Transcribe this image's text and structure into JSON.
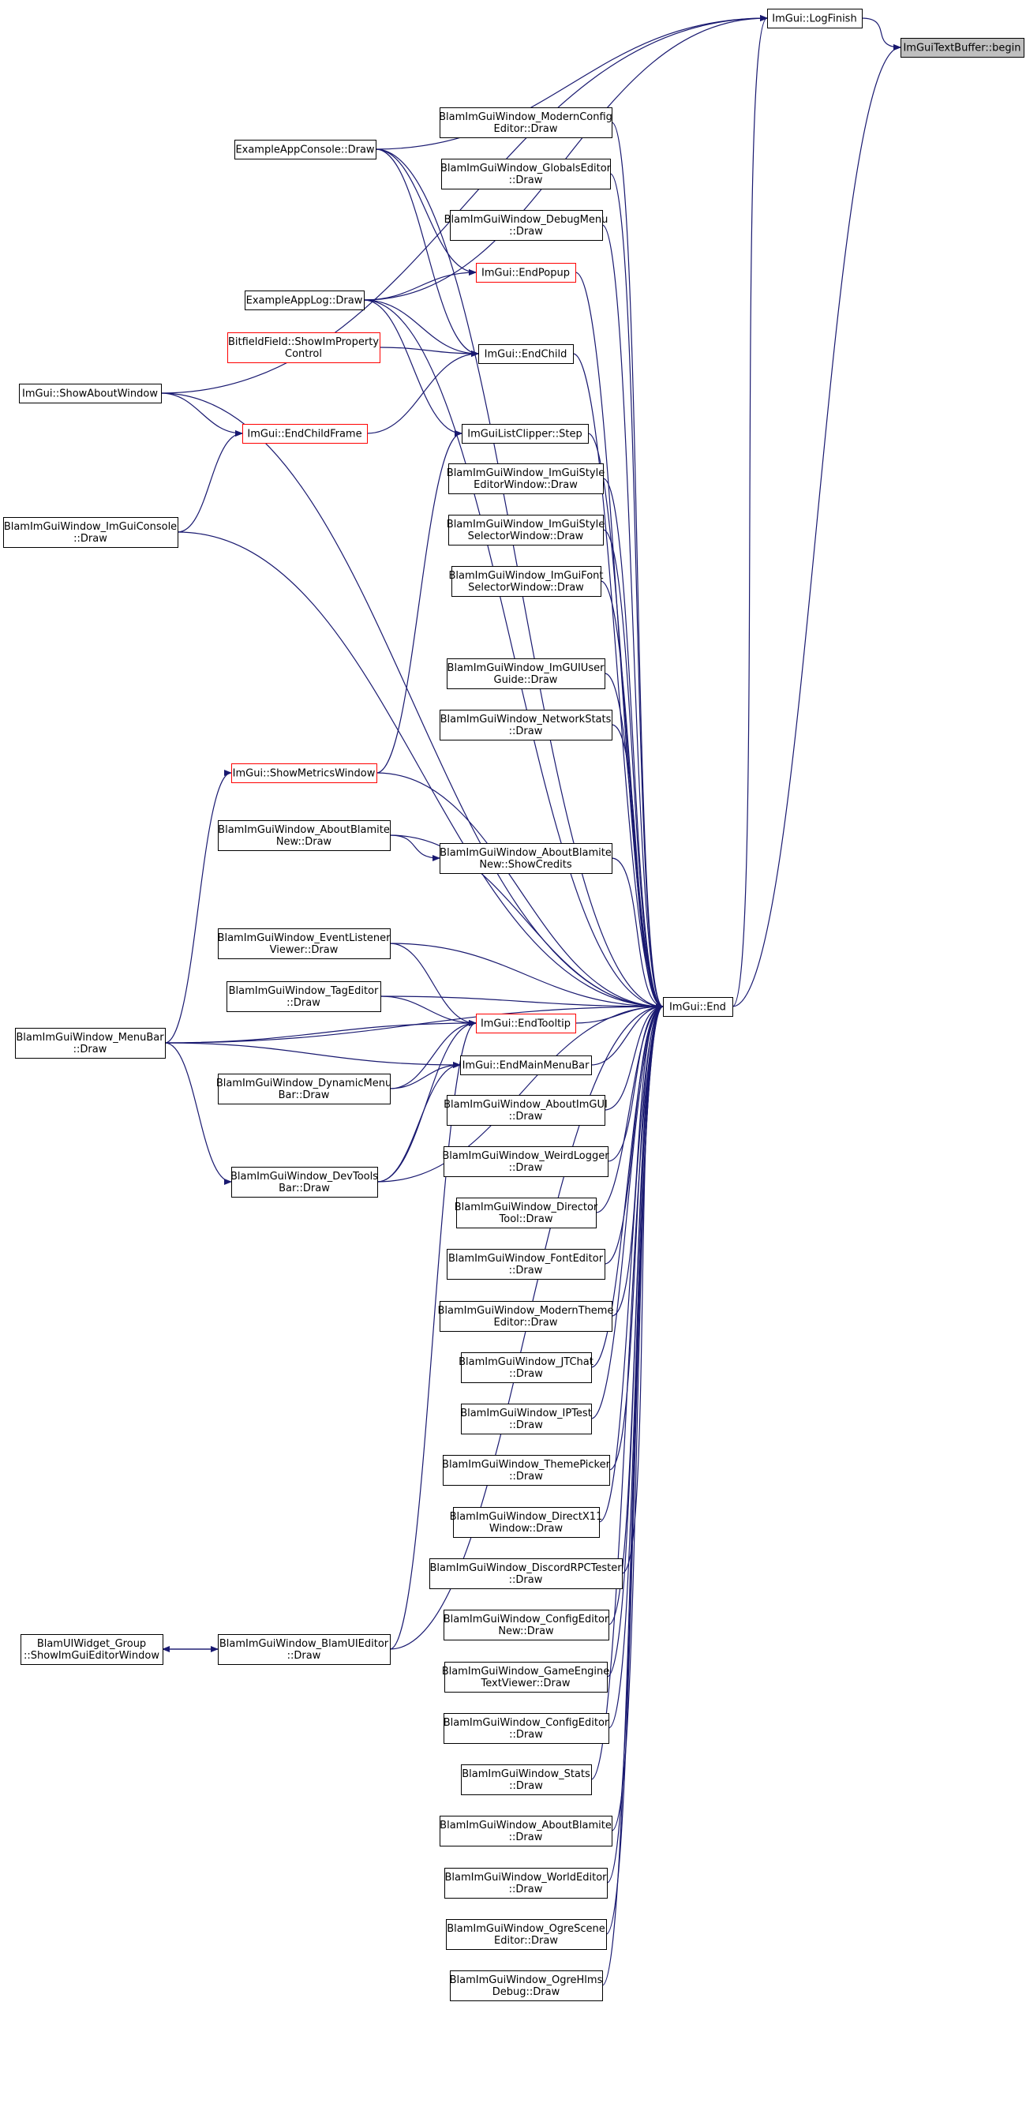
{
  "colors": {
    "edge": "#191970",
    "node_border": "#000000",
    "node_link_border": "#ff0000",
    "root_fill": "#bfbfbf",
    "node_fill": "#ffffff",
    "text": "#000000"
  },
  "nodes": {
    "imgui_textbuffer_begin": {
      "lines": [
        "ImGuiTextBuffer::begin"
      ],
      "style": "root"
    },
    "imgui_logfinish": {
      "lines": [
        "ImGui::LogFinish"
      ],
      "style": "normal"
    },
    "imgui_end": {
      "lines": [
        "ImGui::End"
      ],
      "style": "normal"
    },
    "example_appconsole_draw": {
      "lines": [
        "ExampleAppConsole::Draw"
      ],
      "style": "normal"
    },
    "example_applog_draw": {
      "lines": [
        "ExampleAppLog::Draw"
      ],
      "style": "normal"
    },
    "bitfield_showimproperty": {
      "lines": [
        "BitfieldField::ShowImProperty",
        "Control"
      ],
      "style": "red"
    },
    "imgui_showaboutwindow": {
      "lines": [
        "ImGui::ShowAboutWindow"
      ],
      "style": "normal"
    },
    "imgui_endchildframe": {
      "lines": [
        "ImGui::EndChildFrame"
      ],
      "style": "red"
    },
    "blam_imguiconsole_draw": {
      "lines": [
        "BlamImGuiWindow_ImGuiConsole",
        "::Draw"
      ],
      "style": "normal"
    },
    "imgui_showmetricswindow": {
      "lines": [
        "ImGui::ShowMetricsWindow"
      ],
      "style": "red"
    },
    "blam_aboutblamitenew_draw": {
      "lines": [
        "BlamImGuiWindow_AboutBlamite",
        "New::Draw"
      ],
      "style": "normal"
    },
    "blam_eventlistenerviewer_draw": {
      "lines": [
        "BlamImGuiWindow_EventListener",
        "Viewer::Draw"
      ],
      "style": "normal"
    },
    "blam_tageditor_draw": {
      "lines": [
        "BlamImGuiWindow_TagEditor",
        "::Draw"
      ],
      "style": "normal"
    },
    "blam_menubar_draw": {
      "lines": [
        "BlamImGuiWindow_MenuBar",
        "::Draw"
      ],
      "style": "normal"
    },
    "blam_dynamicmenubar_draw": {
      "lines": [
        "BlamImGuiWindow_DynamicMenu",
        "Bar::Draw"
      ],
      "style": "normal"
    },
    "blam_devtoolsbar_draw": {
      "lines": [
        "BlamImGuiWindow_DevTools",
        "Bar::Draw"
      ],
      "style": "normal"
    },
    "blamuiwidget_group_show": {
      "lines": [
        "BlamUIWidget_Group",
        "::ShowImGuiEditorWindow"
      ],
      "style": "normal"
    },
    "blam_blamuieditor_draw": {
      "lines": [
        "BlamImGuiWindow_BlamUIEditor",
        "::Draw"
      ],
      "style": "normal"
    },
    "blam_modernconfigeditor_draw": {
      "lines": [
        "BlamImGuiWindow_ModernConfig",
        "Editor::Draw"
      ],
      "style": "normal"
    },
    "blam_globalseditor_draw": {
      "lines": [
        "BlamImGuiWindow_GlobalsEditor",
        "::Draw"
      ],
      "style": "normal"
    },
    "blam_debugmenu_draw": {
      "lines": [
        "BlamImGuiWindow_DebugMenu",
        "::Draw"
      ],
      "style": "normal"
    },
    "imgui_endpopup": {
      "lines": [
        "ImGui::EndPopup"
      ],
      "style": "red"
    },
    "imgui_endchild": {
      "lines": [
        "ImGui::EndChild"
      ],
      "style": "normal"
    },
    "imguilistclipper_step": {
      "lines": [
        "ImGuiListClipper::Step"
      ],
      "style": "normal"
    },
    "blam_imguistyleeditor_draw": {
      "lines": [
        "BlamImGuiWindow_ImGuiStyle",
        "EditorWindow::Draw"
      ],
      "style": "normal"
    },
    "blam_imguistyleselector_draw": {
      "lines": [
        "BlamImGuiWindow_ImGuiStyle",
        "SelectorWindow::Draw"
      ],
      "style": "normal"
    },
    "blam_imguifontselector_draw": {
      "lines": [
        "BlamImGuiWindow_ImGuiFont",
        "SelectorWindow::Draw"
      ],
      "style": "normal"
    },
    "blam_imguiuserguide_draw": {
      "lines": [
        "BlamImGuiWindow_ImGUIUser",
        "Guide::Draw"
      ],
      "style": "normal"
    },
    "blam_networkstats_draw": {
      "lines": [
        "BlamImGuiWindow_NetworkStats",
        "::Draw"
      ],
      "style": "normal"
    },
    "blam_aboutblamitenew_showcredits": {
      "lines": [
        "BlamImGuiWindow_AboutBlamite",
        "New::ShowCredits"
      ],
      "style": "normal"
    },
    "imgui_endtooltip": {
      "lines": [
        "ImGui::EndTooltip"
      ],
      "style": "red"
    },
    "imgui_endmainmenubar": {
      "lines": [
        "ImGui::EndMainMenuBar"
      ],
      "style": "normal"
    },
    "blam_aboutimgui_draw": {
      "lines": [
        "BlamImGuiWindow_AboutImGUI",
        "::Draw"
      ],
      "style": "normal"
    },
    "blam_weirdlogger_draw": {
      "lines": [
        "BlamImGuiWindow_WeirdLogger",
        "::Draw"
      ],
      "style": "normal"
    },
    "blam_directortool_draw": {
      "lines": [
        "BlamImGuiWindow_Director",
        "Tool::Draw"
      ],
      "style": "normal"
    },
    "blam_fonteditor_draw": {
      "lines": [
        "BlamImGuiWindow_FontEditor",
        "::Draw"
      ],
      "style": "normal"
    },
    "blam_modernthemeeditor_draw": {
      "lines": [
        "BlamImGuiWindow_ModernTheme",
        "Editor::Draw"
      ],
      "style": "normal"
    },
    "blam_jtchat_draw": {
      "lines": [
        "BlamImGuiWindow_JTChat",
        "::Draw"
      ],
      "style": "normal"
    },
    "blam_iptest_draw": {
      "lines": [
        "BlamImGuiWindow_IPTest",
        "::Draw"
      ],
      "style": "normal"
    },
    "blam_themepicker_draw": {
      "lines": [
        "BlamImGuiWindow_ThemePicker",
        "::Draw"
      ],
      "style": "normal"
    },
    "blam_directx11window_draw": {
      "lines": [
        "BlamImGuiWindow_DirectX11",
        "Window::Draw"
      ],
      "style": "normal"
    },
    "blam_discordrpctester_draw": {
      "lines": [
        "BlamImGuiWindow_DiscordRPCTester",
        "::Draw"
      ],
      "style": "normal"
    },
    "blam_configeditornew_draw": {
      "lines": [
        "BlamImGuiWindow_ConfigEditor",
        "New::Draw"
      ],
      "style": "normal"
    },
    "blam_gameenginetextviewer_draw": {
      "lines": [
        "BlamImGuiWindow_GameEngine",
        "TextViewer::Draw"
      ],
      "style": "normal"
    },
    "blam_configeditor_draw": {
      "lines": [
        "BlamImGuiWindow_ConfigEditor",
        "::Draw"
      ],
      "style": "normal"
    },
    "blam_stats_draw": {
      "lines": [
        "BlamImGuiWindow_Stats",
        "::Draw"
      ],
      "style": "normal"
    },
    "blam_aboutblamite_draw": {
      "lines": [
        "BlamImGuiWindow_AboutBlamite",
        "::Draw"
      ],
      "style": "normal"
    },
    "blam_worldeditor_draw": {
      "lines": [
        "BlamImGuiWindow_WorldEditor",
        "::Draw"
      ],
      "style": "normal"
    },
    "blam_ogresceneeditor_draw": {
      "lines": [
        "BlamImGuiWindow_OgreScene",
        "Editor::Draw"
      ],
      "style": "normal"
    },
    "blam_ogrehlmsdebug_draw": {
      "lines": [
        "BlamImGuiWindow_OgreHlms",
        "Debug::Draw"
      ],
      "style": "normal"
    }
  },
  "edges": [
    {
      "from": "imgui_logfinish",
      "to": "imgui_textbuffer_begin"
    },
    {
      "from": "imgui_end",
      "to": "imgui_textbuffer_begin"
    },
    {
      "from": "example_appconsole_draw",
      "to": "imgui_logfinish"
    },
    {
      "from": "example_applog_draw",
      "to": "imgui_logfinish"
    },
    {
      "from": "imgui_showaboutwindow",
      "to": "imgui_logfinish"
    },
    {
      "from": "imgui_end",
      "to": "imgui_logfinish"
    },
    {
      "from": "example_appconsole_draw",
      "to": "imgui_endpopup"
    },
    {
      "from": "example_appconsole_draw",
      "to": "imgui_endchild"
    },
    {
      "from": "example_appconsole_draw",
      "to": "imgui_end"
    },
    {
      "from": "example_applog_draw",
      "to": "imgui_endpopup"
    },
    {
      "from": "example_applog_draw",
      "to": "imgui_endchild"
    },
    {
      "from": "example_applog_draw",
      "to": "imguilistclipper_step"
    },
    {
      "from": "example_applog_draw",
      "to": "imgui_end"
    },
    {
      "from": "bitfield_showimproperty",
      "to": "imgui_endchild"
    },
    {
      "from": "imgui_showaboutwindow",
      "to": "imgui_endchildframe"
    },
    {
      "from": "imgui_showaboutwindow",
      "to": "imgui_end"
    },
    {
      "from": "imgui_endchildframe",
      "to": "imgui_endchild"
    },
    {
      "from": "blam_imguiconsole_draw",
      "to": "imgui_endchildframe"
    },
    {
      "from": "blam_imguiconsole_draw",
      "to": "imgui_end"
    },
    {
      "from": "imgui_showmetricswindow",
      "to": "imguilistclipper_step"
    },
    {
      "from": "imgui_showmetricswindow",
      "to": "imgui_end"
    },
    {
      "from": "blam_menubar_draw",
      "to": "imgui_showmetricswindow"
    },
    {
      "from": "blam_menubar_draw",
      "to": "imgui_end"
    },
    {
      "from": "blam_menubar_draw",
      "to": "imgui_endtooltip"
    },
    {
      "from": "blam_menubar_draw",
      "to": "imgui_endmainmenubar"
    },
    {
      "from": "blam_menubar_draw",
      "to": "blam_devtoolsbar_draw"
    },
    {
      "from": "blam_aboutblamitenew_draw",
      "to": "blam_aboutblamitenew_showcredits"
    },
    {
      "from": "blam_aboutblamitenew_draw",
      "to": "imgui_end"
    },
    {
      "from": "blam_aboutblamitenew_showcredits",
      "to": "imgui_end"
    },
    {
      "from": "blam_eventlistenerviewer_draw",
      "to": "imgui_end"
    },
    {
      "from": "blam_eventlistenerviewer_draw",
      "to": "imgui_endtooltip"
    },
    {
      "from": "blam_tageditor_draw",
      "to": "imgui_end"
    },
    {
      "from": "blam_tageditor_draw",
      "to": "imgui_endtooltip"
    },
    {
      "from": "blam_dynamicmenubar_draw",
      "to": "imgui_endtooltip"
    },
    {
      "from": "blam_dynamicmenubar_draw",
      "to": "imgui_endmainmenubar"
    },
    {
      "from": "blam_devtoolsbar_draw",
      "to": "imgui_endtooltip"
    },
    {
      "from": "blam_devtoolsbar_draw",
      "to": "imgui_endmainmenubar"
    },
    {
      "from": "blam_devtoolsbar_draw",
      "to": "imgui_end"
    },
    {
      "from": "blam_blamuieditor_draw",
      "to": "blamuiwidget_group_show"
    },
    {
      "from": "blamuiwidget_group_show",
      "to": "blam_blamuieditor_draw"
    },
    {
      "from": "blam_blamuieditor_draw",
      "to": "imgui_endtooltip"
    },
    {
      "from": "blam_blamuieditor_draw",
      "to": "imgui_end"
    },
    {
      "from": "blam_modernconfigeditor_draw",
      "to": "imgui_end"
    },
    {
      "from": "blam_globalseditor_draw",
      "to": "imgui_end"
    },
    {
      "from": "blam_debugmenu_draw",
      "to": "imgui_end"
    },
    {
      "from": "imgui_endpopup",
      "to": "imgui_end"
    },
    {
      "from": "imgui_endchild",
      "to": "imgui_end"
    },
    {
      "from": "imguilistclipper_step",
      "to": "imgui_end"
    },
    {
      "from": "blam_imguistyleeditor_draw",
      "to": "imgui_end"
    },
    {
      "from": "blam_imguistyleselector_draw",
      "to": "imgui_end"
    },
    {
      "from": "blam_imguifontselector_draw",
      "to": "imgui_end"
    },
    {
      "from": "blam_imguiuserguide_draw",
      "to": "imgui_end"
    },
    {
      "from": "blam_networkstats_draw",
      "to": "imgui_end"
    },
    {
      "from": "imgui_endtooltip",
      "to": "imgui_end"
    },
    {
      "from": "imgui_endmainmenubar",
      "to": "imgui_end"
    },
    {
      "from": "blam_aboutimgui_draw",
      "to": "imgui_end"
    },
    {
      "from": "blam_weirdlogger_draw",
      "to": "imgui_end"
    },
    {
      "from": "blam_directortool_draw",
      "to": "imgui_end"
    },
    {
      "from": "blam_fonteditor_draw",
      "to": "imgui_end"
    },
    {
      "from": "blam_modernthemeeditor_draw",
      "to": "imgui_end"
    },
    {
      "from": "blam_jtchat_draw",
      "to": "imgui_end"
    },
    {
      "from": "blam_iptest_draw",
      "to": "imgui_end"
    },
    {
      "from": "blam_themepicker_draw",
      "to": "imgui_end"
    },
    {
      "from": "blam_directx11window_draw",
      "to": "imgui_end"
    },
    {
      "from": "blam_discordrpctester_draw",
      "to": "imgui_end"
    },
    {
      "from": "blam_configeditornew_draw",
      "to": "imgui_end"
    },
    {
      "from": "blam_gameenginetextviewer_draw",
      "to": "imgui_end"
    },
    {
      "from": "blam_configeditor_draw",
      "to": "imgui_end"
    },
    {
      "from": "blam_stats_draw",
      "to": "imgui_end"
    },
    {
      "from": "blam_aboutblamite_draw",
      "to": "imgui_end"
    },
    {
      "from": "blam_worldeditor_draw",
      "to": "imgui_end"
    },
    {
      "from": "blam_ogresceneeditor_draw",
      "to": "imgui_end"
    },
    {
      "from": "blam_ogrehlmsdebug_draw",
      "to": "imgui_end"
    }
  ]
}
